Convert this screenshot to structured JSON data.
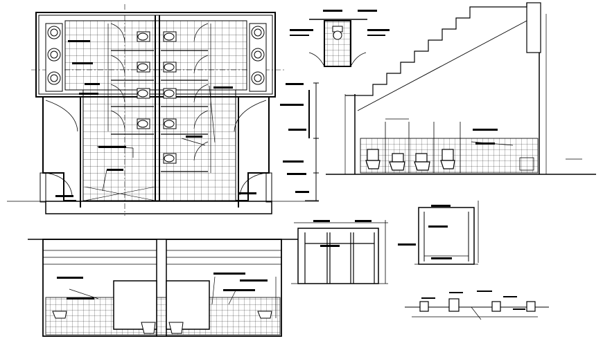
{
  "drawing": {
    "kind": "CAD sheet – public toilet block plan, sections and details",
    "line_color": "#000000",
    "background": "#ffffff"
  },
  "views": [
    {
      "name": "toilet-block-plan",
      "label": ""
    },
    {
      "name": "toilet-cubicle-detail",
      "label": ""
    },
    {
      "name": "staircase-section-with-wcs",
      "label": ""
    },
    {
      "name": "toilet-block-elevation",
      "label": ""
    },
    {
      "name": "partition-elevation-a",
      "label": ""
    },
    {
      "name": "partition-elevation-b",
      "label": ""
    },
    {
      "name": "floor-trap-detail",
      "label": ""
    }
  ],
  "icons": [
    "wash-basin-icon",
    "wc-pan-icon",
    "door-swing-icon",
    "stair-profile-icon"
  ]
}
